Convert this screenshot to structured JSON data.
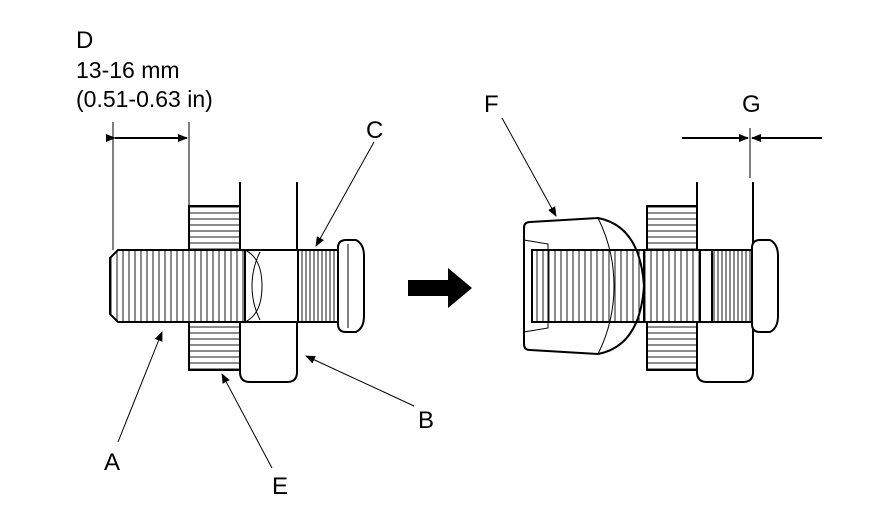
{
  "labels": {
    "A": "A",
    "B": "B",
    "C": "C",
    "D": "D",
    "E": "E",
    "F": "F",
    "G": "G"
  },
  "spec": {
    "line1": "13-16 mm",
    "line2": "(0.51-0.63 in)"
  }
}
